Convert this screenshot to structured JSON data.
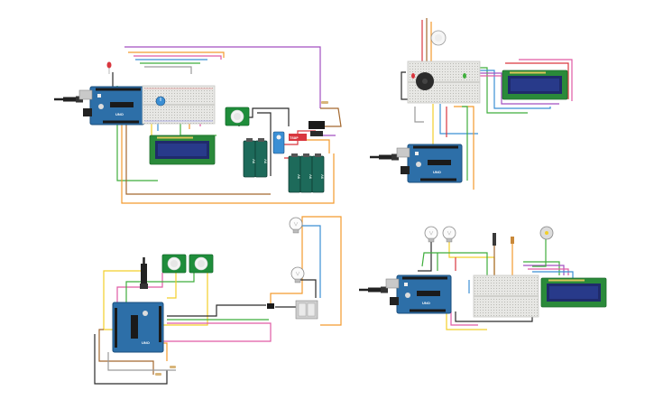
{
  "page": {
    "background": "#ffffff"
  },
  "labels": {
    "battery_marking": "9V",
    "ir_remote_text": "TSOP",
    "arduino_brand": "UNO"
  },
  "components": {
    "circuit_top_left": {
      "arduino": "arduino-uno",
      "parts": [
        "red-led",
        "breadboard-small",
        "potentiometer",
        "lcd-16x2",
        "pir-motion-sensor",
        "9v-battery",
        "9v-battery",
        "9v-battery",
        "9v-battery",
        "9v-battery",
        "dc-motor-driver",
        "servo-motor",
        "ir-receiver",
        "resistor"
      ]
    },
    "circuit_top_right": {
      "arduino": "arduino-uno",
      "parts": [
        "breadboard-small",
        "piezo-buzzer",
        "photoresistor",
        "red-led",
        "green-led",
        "lcd-16x2"
      ]
    },
    "circuit_bottom_left": {
      "arduino": "arduino-uno",
      "parts": [
        "pir-motion-sensor",
        "pir-motion-sensor",
        "light-bulb",
        "light-bulb",
        "relay",
        "relay",
        "switch",
        "resistor",
        "resistor"
      ]
    },
    "circuit_bottom_right": {
      "arduino": "arduino-uno",
      "parts": [
        "light-bulb",
        "light-bulb",
        "temperature-sensor",
        "photoresistor",
        "dc-motor",
        "breadboard-small",
        "lcd-16x2"
      ]
    }
  },
  "colors": {
    "arduino_board": "#2d6fa8",
    "arduino_dark": "#1b4f7e",
    "breadboard": "#e7e7e4",
    "lcd_frame": "#2a8a3a",
    "lcd_screen": "#1f2b6b",
    "pir_board": "#1f8d3b",
    "battery": "#1d6a5a",
    "wire_red": "#d9363e",
    "wire_orange": "#f39a2d",
    "wire_yellow": "#f2cf2a",
    "wire_green": "#3fae3c",
    "wire_blue": "#3b8fd4",
    "wire_purple": "#a24fc0",
    "wire_black": "#2b2b2b",
    "wire_pink": "#e05ba5",
    "wire_brown": "#a3672e",
    "wire_gray": "#9a9a9a"
  }
}
